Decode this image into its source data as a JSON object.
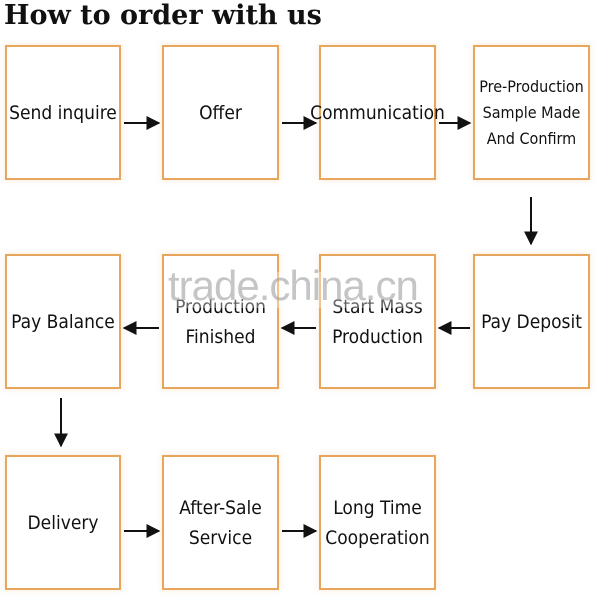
{
  "title": "How to order with us",
  "steps": [
    {
      "label": "Send inquire"
    },
    {
      "label": "Offer"
    },
    {
      "label": "Communication"
    },
    {
      "label": "Pre-Production\nSample Made\nAnd Confirm"
    },
    {
      "label": "Pay Deposit"
    },
    {
      "label": "Start Mass\nProduction"
    },
    {
      "label": "Production\nFinished"
    },
    {
      "label": "Pay Balance"
    },
    {
      "label": "Delivery"
    },
    {
      "label": "After-Sale\nService"
    },
    {
      "label": "Long Time\nCooperation"
    }
  ],
  "watermark": "trade.china.cn",
  "colors": {
    "box_border": "#e8a65d",
    "arrow": "#111111"
  }
}
